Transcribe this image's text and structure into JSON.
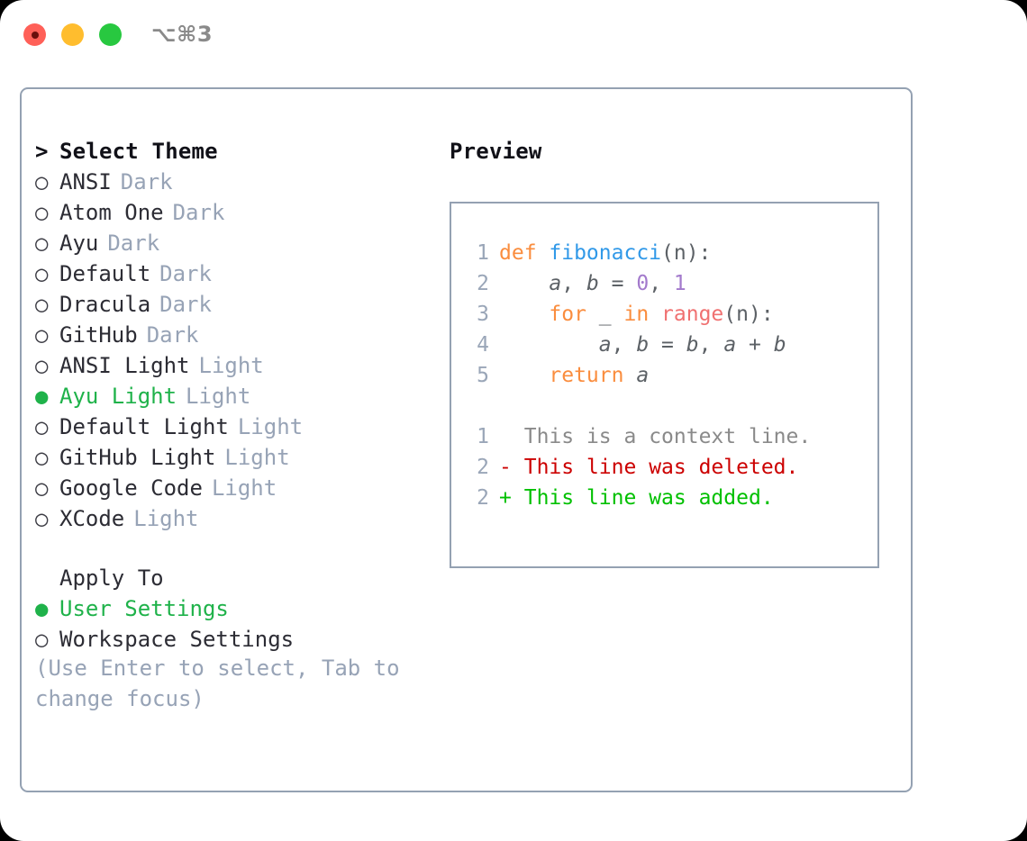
{
  "window": {
    "shortcut_title": "⌥⌘3",
    "traffic_lights": [
      "close-button",
      "minimize-button",
      "maximize-button"
    ]
  },
  "colors": {
    "accent_green": "#1fb24a",
    "muted_gray": "#97a3b6",
    "border": "#94a1b2",
    "keyword_orange": "#fa8d3e",
    "function_blue": "#3199e8",
    "call_salmon": "#f07171",
    "number_purple": "#a37acc",
    "diff_deleted": "#cc0000",
    "diff_added": "#00c000"
  },
  "theme_list": {
    "heading_marker": ">",
    "heading": "Select Theme",
    "items": [
      {
        "marker": "○",
        "label": "ANSI",
        "tag": "Dark",
        "selected": false
      },
      {
        "marker": "○",
        "label": "Atom One",
        "tag": "Dark",
        "selected": false
      },
      {
        "marker": "○",
        "label": "Ayu",
        "tag": "Dark",
        "selected": false
      },
      {
        "marker": "○",
        "label": "Default",
        "tag": "Dark",
        "selected": false
      },
      {
        "marker": "○",
        "label": "Dracula",
        "tag": "Dark",
        "selected": false
      },
      {
        "marker": "○",
        "label": "GitHub",
        "tag": "Dark",
        "selected": false
      },
      {
        "marker": "○",
        "label": "ANSI Light",
        "tag": "Light",
        "selected": false
      },
      {
        "marker": "●",
        "label": "Ayu Light",
        "tag": "Light",
        "selected": true
      },
      {
        "marker": "○",
        "label": "Default Light",
        "tag": "Light",
        "selected": false
      },
      {
        "marker": "○",
        "label": "GitHub Light",
        "tag": "Light",
        "selected": false
      },
      {
        "marker": "○",
        "label": "Google Code",
        "tag": "Light",
        "selected": false
      },
      {
        "marker": "○",
        "label": "XCode",
        "tag": "Light",
        "selected": false
      }
    ]
  },
  "apply_to": {
    "heading": "Apply To",
    "heading_marker": " ",
    "options": [
      {
        "marker": "●",
        "label": "User Settings",
        "selected": true
      },
      {
        "marker": "○",
        "label": "Workspace Settings",
        "selected": false
      }
    ]
  },
  "hint": "(Use Enter to select, Tab to change focus)",
  "preview": {
    "title": "Preview",
    "code_lines": [
      {
        "number": "1",
        "tokens": [
          {
            "text": "def ",
            "type": "keyword"
          },
          {
            "text": "fibonacci",
            "type": "function"
          },
          {
            "text": "(n):",
            "type": "plain"
          }
        ]
      },
      {
        "number": "2",
        "tokens": [
          {
            "text": "    ",
            "type": "plain"
          },
          {
            "text": "a",
            "type": "variable"
          },
          {
            "text": ", ",
            "type": "plain"
          },
          {
            "text": "b",
            "type": "variable"
          },
          {
            "text": " = ",
            "type": "plain"
          },
          {
            "text": "0",
            "type": "number"
          },
          {
            "text": ", ",
            "type": "plain"
          },
          {
            "text": "1",
            "type": "number"
          }
        ]
      },
      {
        "number": "3",
        "tokens": [
          {
            "text": "    ",
            "type": "plain"
          },
          {
            "text": "for",
            "type": "keyword"
          },
          {
            "text": " _ ",
            "type": "plain"
          },
          {
            "text": "in",
            "type": "keyword"
          },
          {
            "text": " ",
            "type": "plain"
          },
          {
            "text": "range",
            "type": "call"
          },
          {
            "text": "(n):",
            "type": "plain"
          }
        ]
      },
      {
        "number": "4",
        "tokens": [
          {
            "text": "        ",
            "type": "plain"
          },
          {
            "text": "a",
            "type": "variable"
          },
          {
            "text": ", ",
            "type": "plain"
          },
          {
            "text": "b",
            "type": "variable"
          },
          {
            "text": " = ",
            "type": "plain"
          },
          {
            "text": "b",
            "type": "variable"
          },
          {
            "text": ", ",
            "type": "plain"
          },
          {
            "text": "a",
            "type": "variable"
          },
          {
            "text": " + ",
            "type": "plain"
          },
          {
            "text": "b",
            "type": "variable"
          }
        ]
      },
      {
        "number": "5",
        "tokens": [
          {
            "text": "    ",
            "type": "plain"
          },
          {
            "text": "return",
            "type": "keyword"
          },
          {
            "text": " ",
            "type": "plain"
          },
          {
            "text": "a",
            "type": "variable"
          }
        ]
      }
    ],
    "diff_lines": [
      {
        "number": "1",
        "sign": " ",
        "text": "This is a context line.",
        "kind": "context"
      },
      {
        "number": "2",
        "sign": "-",
        "text": "This line was deleted.",
        "kind": "deleted"
      },
      {
        "number": "2",
        "sign": "+",
        "text": "This line was added.",
        "kind": "added"
      }
    ]
  }
}
